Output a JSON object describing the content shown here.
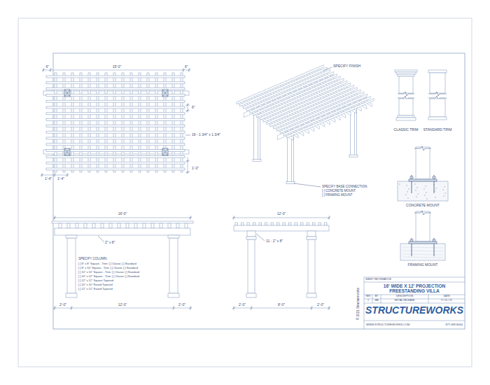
{
  "diagram": {
    "title": "16' WIDE X 12' PROJECTION FREESTANDING VILLA",
    "labels": [
      "6\"",
      "15'-0\"",
      "6\"",
      "6\"",
      "16 - 1 3/4\" x 1 3/4\"",
      "1'-0\"",
      "1'-4\"",
      "1'-4\"",
      "SPECIFY FINISH",
      "SPECIFY BASE CONNECTION:",
      "[ ] CONCRETE MOUNT",
      "[ ] FRAMING MOUNT",
      "CLASSIC TRIM",
      "STANDARD TRIM",
      "CONCRETE MOUNT",
      "FRAMING MOUNT",
      "16'-0\"",
      "2\" x 8\"",
      "SPECIFY COLUMN:",
      "[ ] 8\" x 8\" Square - Trim: [ ] Classic [ ] Standard",
      "[ ] 8\" x 10\" Square - Trim: [ ] Classic [ ] Standard",
      "[ ] 10\" x 10\" Square - Trim: [ ] Classic [ ] Standard",
      "[ ] 10\" x 12\" Square - Trim: [ ] Classic [ ] Standard",
      "[ ] 12\" x 12\" Square Tapered",
      "[ ] 10\" x 10\" Round Tapered",
      "[ ] 12\" x 12\" Round Tapered",
      "2'-0\"",
      "12'-0\"",
      "2'-0\"",
      "12'-0\"",
      "11 - 2\" x 8\"",
      "2'-0\"",
      "8'-0\"",
      "2'-0\"",
      "© 2021 Structureworks",
      "SHEET INFORMATION",
      "REV",
      "BY",
      "DESCRIPTION",
      "DATE",
      "1",
      "MB",
      "INITIAL RELEASE",
      "9 / 15 / 22",
      "STRUCTUREWORKS",
      "WWW.STRUCTUREWORKS.COM",
      "877.489.8064"
    ]
  }
}
